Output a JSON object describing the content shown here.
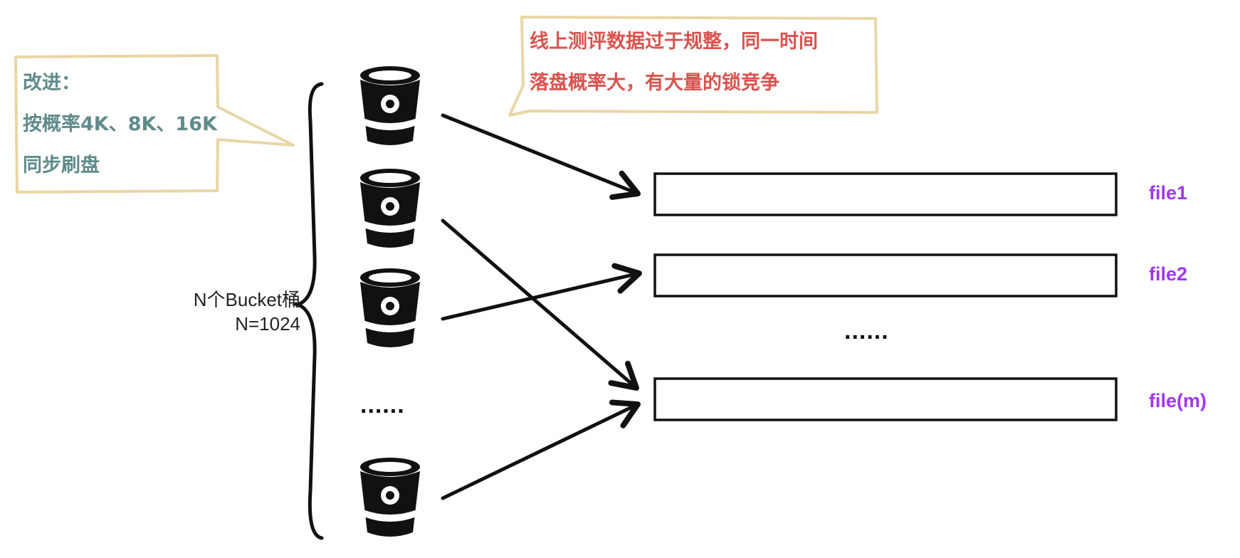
{
  "improvement_note": {
    "lines": [
      "改进：",
      "按概率4K、8K、16K",
      "同步刷盘"
    ],
    "color": "#5f8b8a"
  },
  "issue_note": {
    "lines": [
      "线上测评数据过于规整，同一时间",
      "落盘概率大，有大量的锁竞争"
    ],
    "color": "#d9534f"
  },
  "buckets": {
    "label_line1": "N个Bucket桶",
    "label_line2": "N=1024",
    "ellipsis": "......",
    "icon": "bucket-icon"
  },
  "files": {
    "labels": [
      "file1",
      "file2",
      "file(m)"
    ],
    "ellipsis": "......",
    "label_color": "#a037f0"
  }
}
